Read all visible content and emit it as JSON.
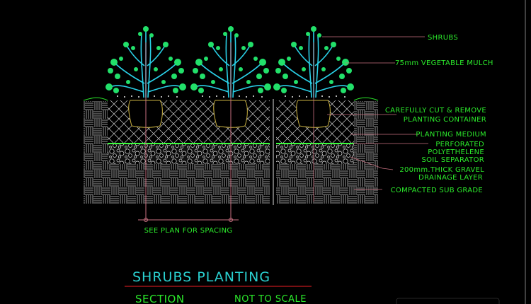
{
  "drawing": {
    "title": "SHRUBS PLANTING",
    "section_label": "SECTION",
    "scale_note": "NOT TO SCALE",
    "spacing_note": "SEE PLAN FOR SPACING"
  },
  "callouts": [
    {
      "lines": [
        "SHRUBS"
      ]
    },
    {
      "lines": [
        "75mm VEGETABLE MULCH"
      ]
    },
    {
      "lines": [
        "CAREFULLY CUT & REMOVE",
        "PLANTING CONTAINER"
      ]
    },
    {
      "lines": [
        "PLANTING MEDIUM"
      ]
    },
    {
      "lines": [
        "PERFORATED",
        "POLYETHELENE",
        "SOIL SEPARATOR"
      ]
    },
    {
      "lines": [
        "200mm.THICK GRAVEL",
        "DRAINAGE LAYER"
      ]
    },
    {
      "lines": [
        "COMPACTED SUB GRADE"
      ]
    }
  ],
  "colors": {
    "background": "#000000",
    "label_text": "#2bea2b",
    "title_text": "#2ad1d1",
    "leader_line": "#c87080",
    "title_underline": "#c0181c",
    "hatch": "#d8d8d8",
    "separator": "#3cff3c",
    "root_ball": "#c8b040",
    "foliage": "#22e06a",
    "branches": "#2ad1e8"
  }
}
